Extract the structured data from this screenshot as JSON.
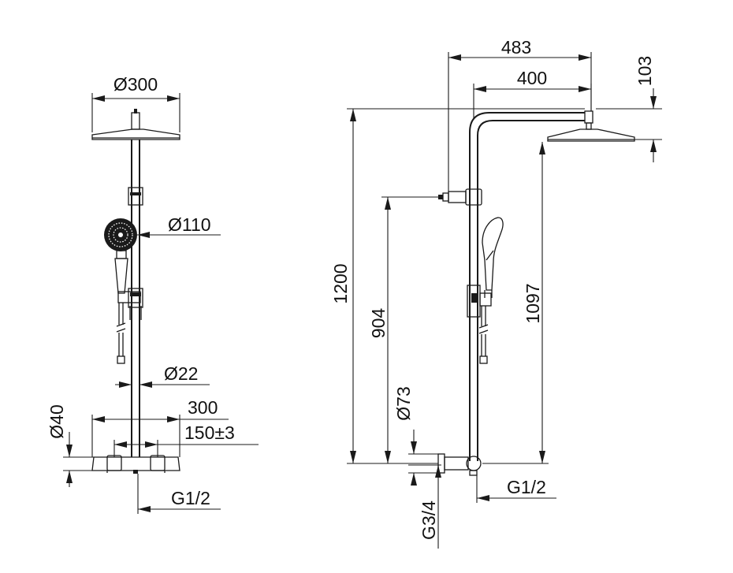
{
  "front_view": {
    "head_diameter": "Ø300",
    "handshower_diameter": "Ø110",
    "pipe_diameter": "Ø22",
    "mixer_diameter": "Ø40",
    "mixer_width": "300",
    "inlet_distance": "150±3",
    "inlet_thread": "G1/2"
  },
  "side_view": {
    "arm_projection": "483",
    "arm_length": "400",
    "head_height": "103",
    "total_height": "1200",
    "connector_height": "904",
    "head_bottom_height": "1097",
    "escutcheon_diameter": "Ø73",
    "outlet_thread": "G1/2",
    "wall_thread": "G3/4"
  }
}
